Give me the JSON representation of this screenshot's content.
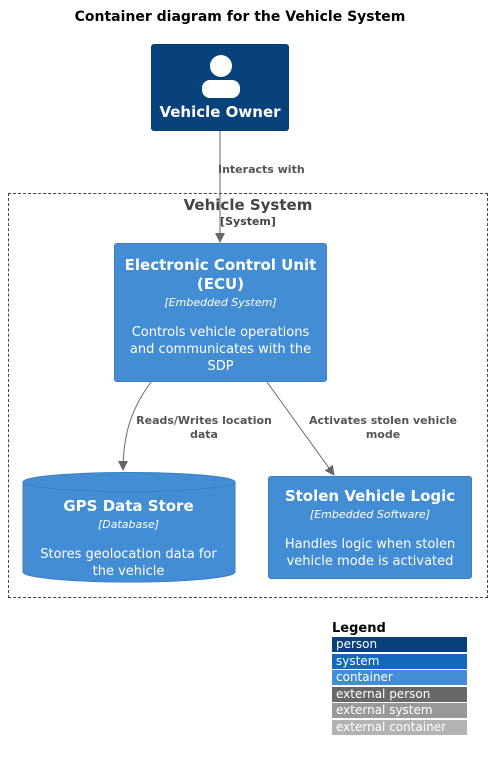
{
  "title": "Container diagram for the Vehicle System",
  "person": {
    "name": "Vehicle Owner",
    "icon": "person-icon"
  },
  "boundary": {
    "name": "Vehicle System",
    "type": "[System]"
  },
  "containers": {
    "ecu": {
      "title_line1": "Electronic Control Unit",
      "title_line2": "(ECU)",
      "type": "[Embedded System]",
      "desc_line1": "Controls vehicle operations",
      "desc_line2": "and communicates with the",
      "desc_line3": "SDP"
    },
    "gps": {
      "title": "GPS Data Store",
      "type": "[Database]",
      "desc_line1": "Stores geolocation data for",
      "desc_line2": "the vehicle"
    },
    "stolen": {
      "title": "Stolen Vehicle Logic",
      "type": "[Embedded Software]",
      "desc_line1": "Handles logic when stolen",
      "desc_line2": "vehicle mode is activated"
    }
  },
  "relations": {
    "interacts": "Interacts with",
    "reads_line1": "Reads/Writes location",
    "reads_line2": "data",
    "activates_line1": "Activates stolen vehicle",
    "activates_line2": "mode"
  },
  "legend": {
    "title": "Legend",
    "items": [
      {
        "label": "person",
        "color": "#08427B"
      },
      {
        "label": "system",
        "color": "#1168BD"
      },
      {
        "label": "container",
        "color": "#438DD5"
      },
      {
        "label": "external person",
        "color": "#686868"
      },
      {
        "label": "external system",
        "color": "#999999"
      },
      {
        "label": "external container",
        "color": "#B3B3B3"
      }
    ]
  },
  "colors": {
    "person": "#08427B",
    "container": "#438DD5",
    "arrow": "#666666"
  }
}
